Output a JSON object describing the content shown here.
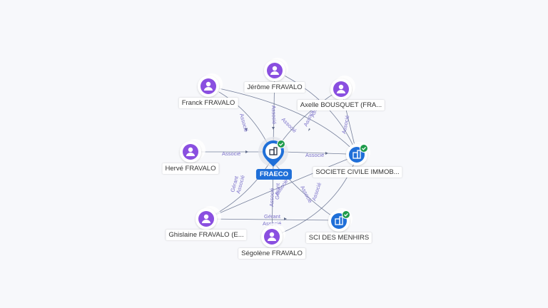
{
  "graph": {
    "center": {
      "name": "FRAECO",
      "type": "company",
      "verified": true
    },
    "persons": [
      {
        "name": "Franck FRAVALO"
      },
      {
        "name": "Jérôme FRAVALO"
      },
      {
        "name": "Axelle BOUSQUET (FRA..."
      },
      {
        "name": "Hervé FRAVALO"
      },
      {
        "name": "Ghislaine FRAVALO (E..."
      },
      {
        "name": "Ségolène FRAVALO"
      }
    ],
    "companies": [
      {
        "name": "SOCIETE CIVILE IMMOB...",
        "verified": true
      },
      {
        "name": "SCI DES MENHIRS",
        "verified": true
      }
    ],
    "edge_labels": {
      "associe": "Associé",
      "gerant": "Gérant"
    },
    "colors": {
      "person": "#8a4fe0",
      "company": "#1f6fd8",
      "verified": "#1e9b4b",
      "edge": "#5f6b8a",
      "edge_label": "#7a70c9"
    }
  }
}
